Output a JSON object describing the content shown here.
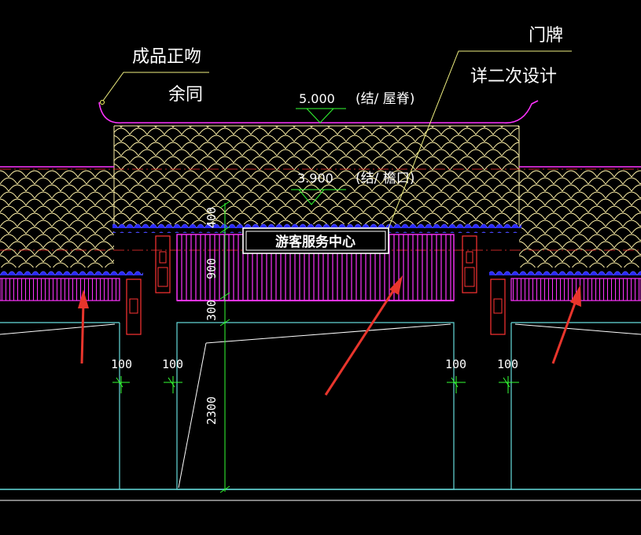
{
  "annotations": {
    "ridge_ornament": {
      "line1": "成品正吻",
      "line2": "余同"
    },
    "sign_note": {
      "line1": "门牌",
      "line2": "详二次设计"
    },
    "ridge_level": {
      "value": "5.000",
      "note": "(结/ 屋脊)"
    },
    "eave_level": {
      "value": "3.900",
      "note": "(结/ 檐口)"
    }
  },
  "signboard": {
    "text": "游客服务中心"
  },
  "dimensions": {
    "vertical": [
      "400",
      "900",
      "300",
      "2300"
    ],
    "horizontal": [
      "100",
      "100",
      "100",
      "100"
    ]
  },
  "colors": {
    "background": "#000000",
    "tile_line": "#fff2a8",
    "magenta": "#ff33ff",
    "purple": "#b24dcc",
    "blue": "#3333ff",
    "cyan": "#66dddd",
    "green": "#33ff33",
    "red": "#ff3333",
    "yellow_leader": "#f0f080",
    "arrow": "#e8352c"
  }
}
